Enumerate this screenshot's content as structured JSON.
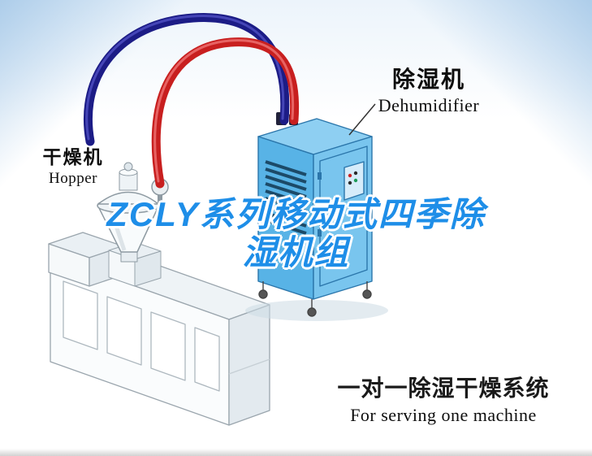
{
  "title": {
    "line1": "ZCLY系列移动式四季除",
    "line2": "湿机组"
  },
  "labels": {
    "dehumidifier_cn": "除湿机",
    "dehumidifier_en": "Dehumidifier",
    "hopper_cn": "干燥机",
    "hopper_en": "Hopper"
  },
  "caption": {
    "cn": "一对一除湿干燥系统",
    "en": "For serving one machine"
  },
  "colors": {
    "title_blue": "#1e8ee8",
    "pipe_blue": "#1c1c86",
    "pipe_red": "#c81f1f",
    "dehumidifier_body": "#58b3e6",
    "machine_gray": "#f6f9fa"
  },
  "diagram": {
    "parts": [
      {
        "name": "dehumidifier-unit",
        "color": "#58b3e6"
      },
      {
        "name": "hopper-dryer-unit",
        "color": "#f6f9fa"
      },
      {
        "name": "extruder-machine",
        "color": "#f6f9fa"
      },
      {
        "name": "blue-return-pipe",
        "color": "#1c1c86"
      },
      {
        "name": "red-supply-pipe",
        "color": "#c81f1f"
      }
    ]
  }
}
